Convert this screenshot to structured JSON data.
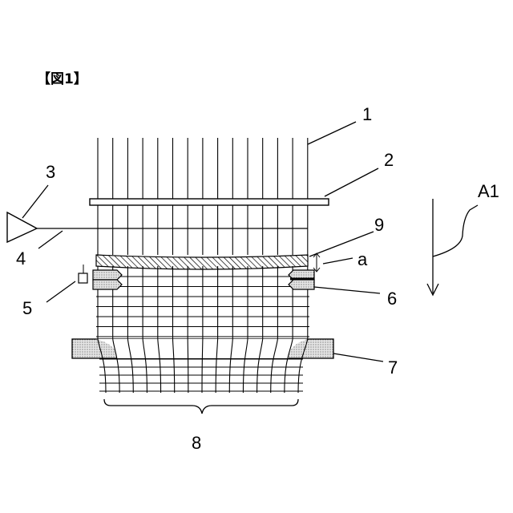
{
  "figure": {
    "title": "【図1】",
    "labels": {
      "l1": "1",
      "l2": "2",
      "l3": "3",
      "l4": "4",
      "l5": "5",
      "l6": "6",
      "l7": "7",
      "l8": "8",
      "l9": "9",
      "la": "a",
      "lA1": "A1"
    },
    "colors": {
      "line": "#000000",
      "fill_gray": "#cccccc",
      "background": "#ffffff"
    }
  }
}
